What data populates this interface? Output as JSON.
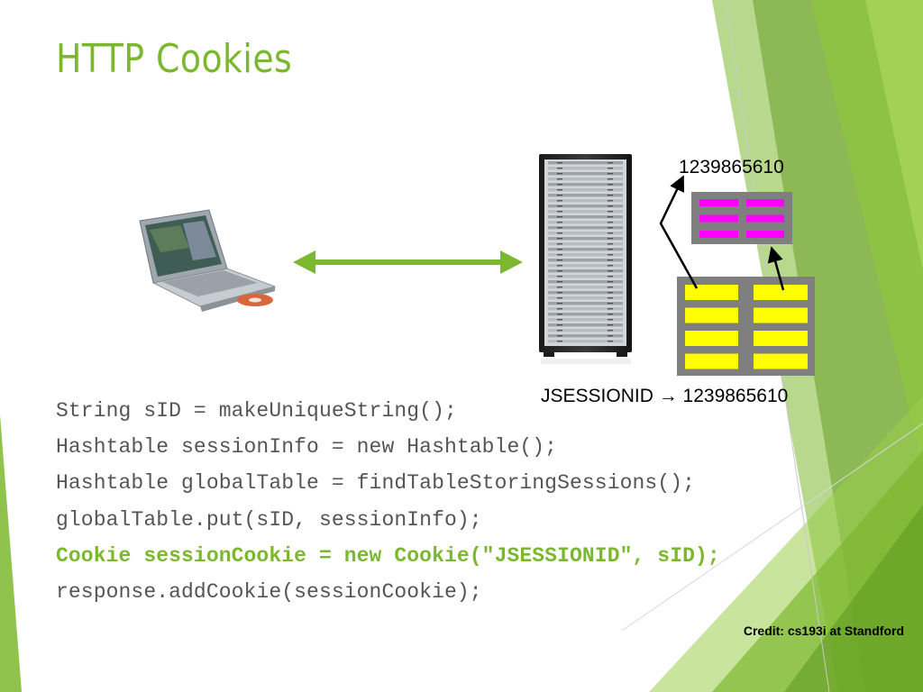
{
  "slide": {
    "title": "HTTP Cookies",
    "credit": "Credit: cs193i at Standford",
    "accent_color": "#7cb82f",
    "code_color": "#555555"
  },
  "diagram": {
    "session_id_label": "1239865610",
    "mapping_label": "JSESSIONID → 1239865610",
    "icons": [
      "laptop-icon",
      "double-arrow-icon",
      "server-rack-icon",
      "global-table-icon",
      "session-table-icon"
    ],
    "global_table_color": "#ffff00",
    "session_table_color": "#ff00ff"
  },
  "code": {
    "lines": [
      {
        "text": "String sID = makeUniqueString();",
        "highlight": false
      },
      {
        "text": "Hashtable sessionInfo = new Hashtable();",
        "highlight": false
      },
      {
        "text": "Hashtable globalTable = findTableStoringSessions();",
        "highlight": false
      },
      {
        "text": "globalTable.put(sID, sessionInfo);",
        "highlight": false
      },
      {
        "text": "Cookie sessionCookie = new Cookie(\"JSESSIONID\", sID);",
        "highlight": true
      },
      {
        "text": "response.addCookie(sessionCookie);",
        "highlight": false
      }
    ]
  }
}
